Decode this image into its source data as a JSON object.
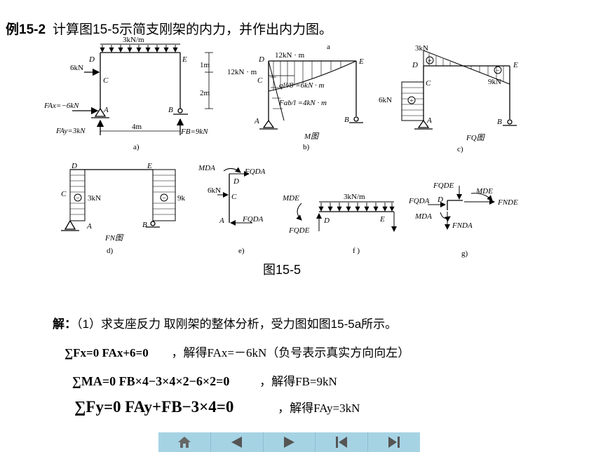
{
  "title": {
    "label": "例15-2",
    "text": "计算图15-5示简支刚架的内力，并作出内力图。"
  },
  "figure": {
    "caption": "图15-5",
    "sublabels": [
      "a)",
      "b)",
      "c)",
      "d)",
      "e)",
      "f )",
      "g)"
    ],
    "a": {
      "load": "3kN/m",
      "D": "D",
      "E": "E",
      "C": "C",
      "A": "A",
      "B": "B",
      "force6": "6kN",
      "FAx": "FAx=−6kN",
      "FAy": "FAy=3kN",
      "FB": "FB=9kN",
      "span": "4m",
      "h1": "1m",
      "h2": "2m"
    },
    "b": {
      "top": "12kN · m",
      "left": "12kN · m",
      "ql": "ql²/8 =6kN · m",
      "fab": "Fab/l =4kN · m",
      "name": "M图",
      "D": "D",
      "E": "E",
      "C": "C",
      "A": "A",
      "B": "B",
      "star": "a"
    },
    "c": {
      "left": "3kN",
      "right": "9kN",
      "six": "6kN",
      "name": "FQ图",
      "D": "D",
      "E": "E",
      "C": "C",
      "A": "A",
      "B": "B"
    },
    "d": {
      "left": "3kN",
      "right": "9k",
      "name": "FN图",
      "D": "D",
      "E": "E",
      "C": "C",
      "A": "A",
      "B": "B"
    },
    "e": {
      "MDA": "MDA",
      "FQDA": "FQDA",
      "six": "6kN",
      "D": "D",
      "C": "C",
      "A": "A",
      "FQDA2": "FQDA"
    },
    "f": {
      "MDE": "MDE",
      "load": "3kN/m",
      "FQDE": "FQDE",
      "D": "D",
      "E": "E"
    },
    "g": {
      "FQDE": "FQDE",
      "MDE": "MDE",
      "FQDA": "FQDA",
      "FNDE": "FNDE",
      "MDA": "MDA",
      "FNDA": "FNDA",
      "D": "D"
    }
  },
  "solution": {
    "label": "解：",
    "step1": "（1）求支座反力 取刚架的整体分析，受力图如图15-5a所示。",
    "eq1": "∑Fx=0 FAx+6=0",
    "res1": "，解得FAx=－6kN（负号表示真实方向向左）",
    "eq2": "∑MA=0  FB×4−3×4×2−6×2=0",
    "res2": "，解得FB=9kN",
    "eq3": "∑Fy=0  FAy+FB−3×4=0",
    "res3": "，解得FAy=3kN"
  },
  "nav": [
    {
      "name": "home-button",
      "icon": "home-icon"
    },
    {
      "name": "prev-button",
      "icon": "triangle-left-icon"
    },
    {
      "name": "next-button",
      "icon": "triangle-right-icon"
    },
    {
      "name": "first-button",
      "icon": "skip-first-icon"
    },
    {
      "name": "last-button",
      "icon": "skip-last-icon"
    }
  ]
}
